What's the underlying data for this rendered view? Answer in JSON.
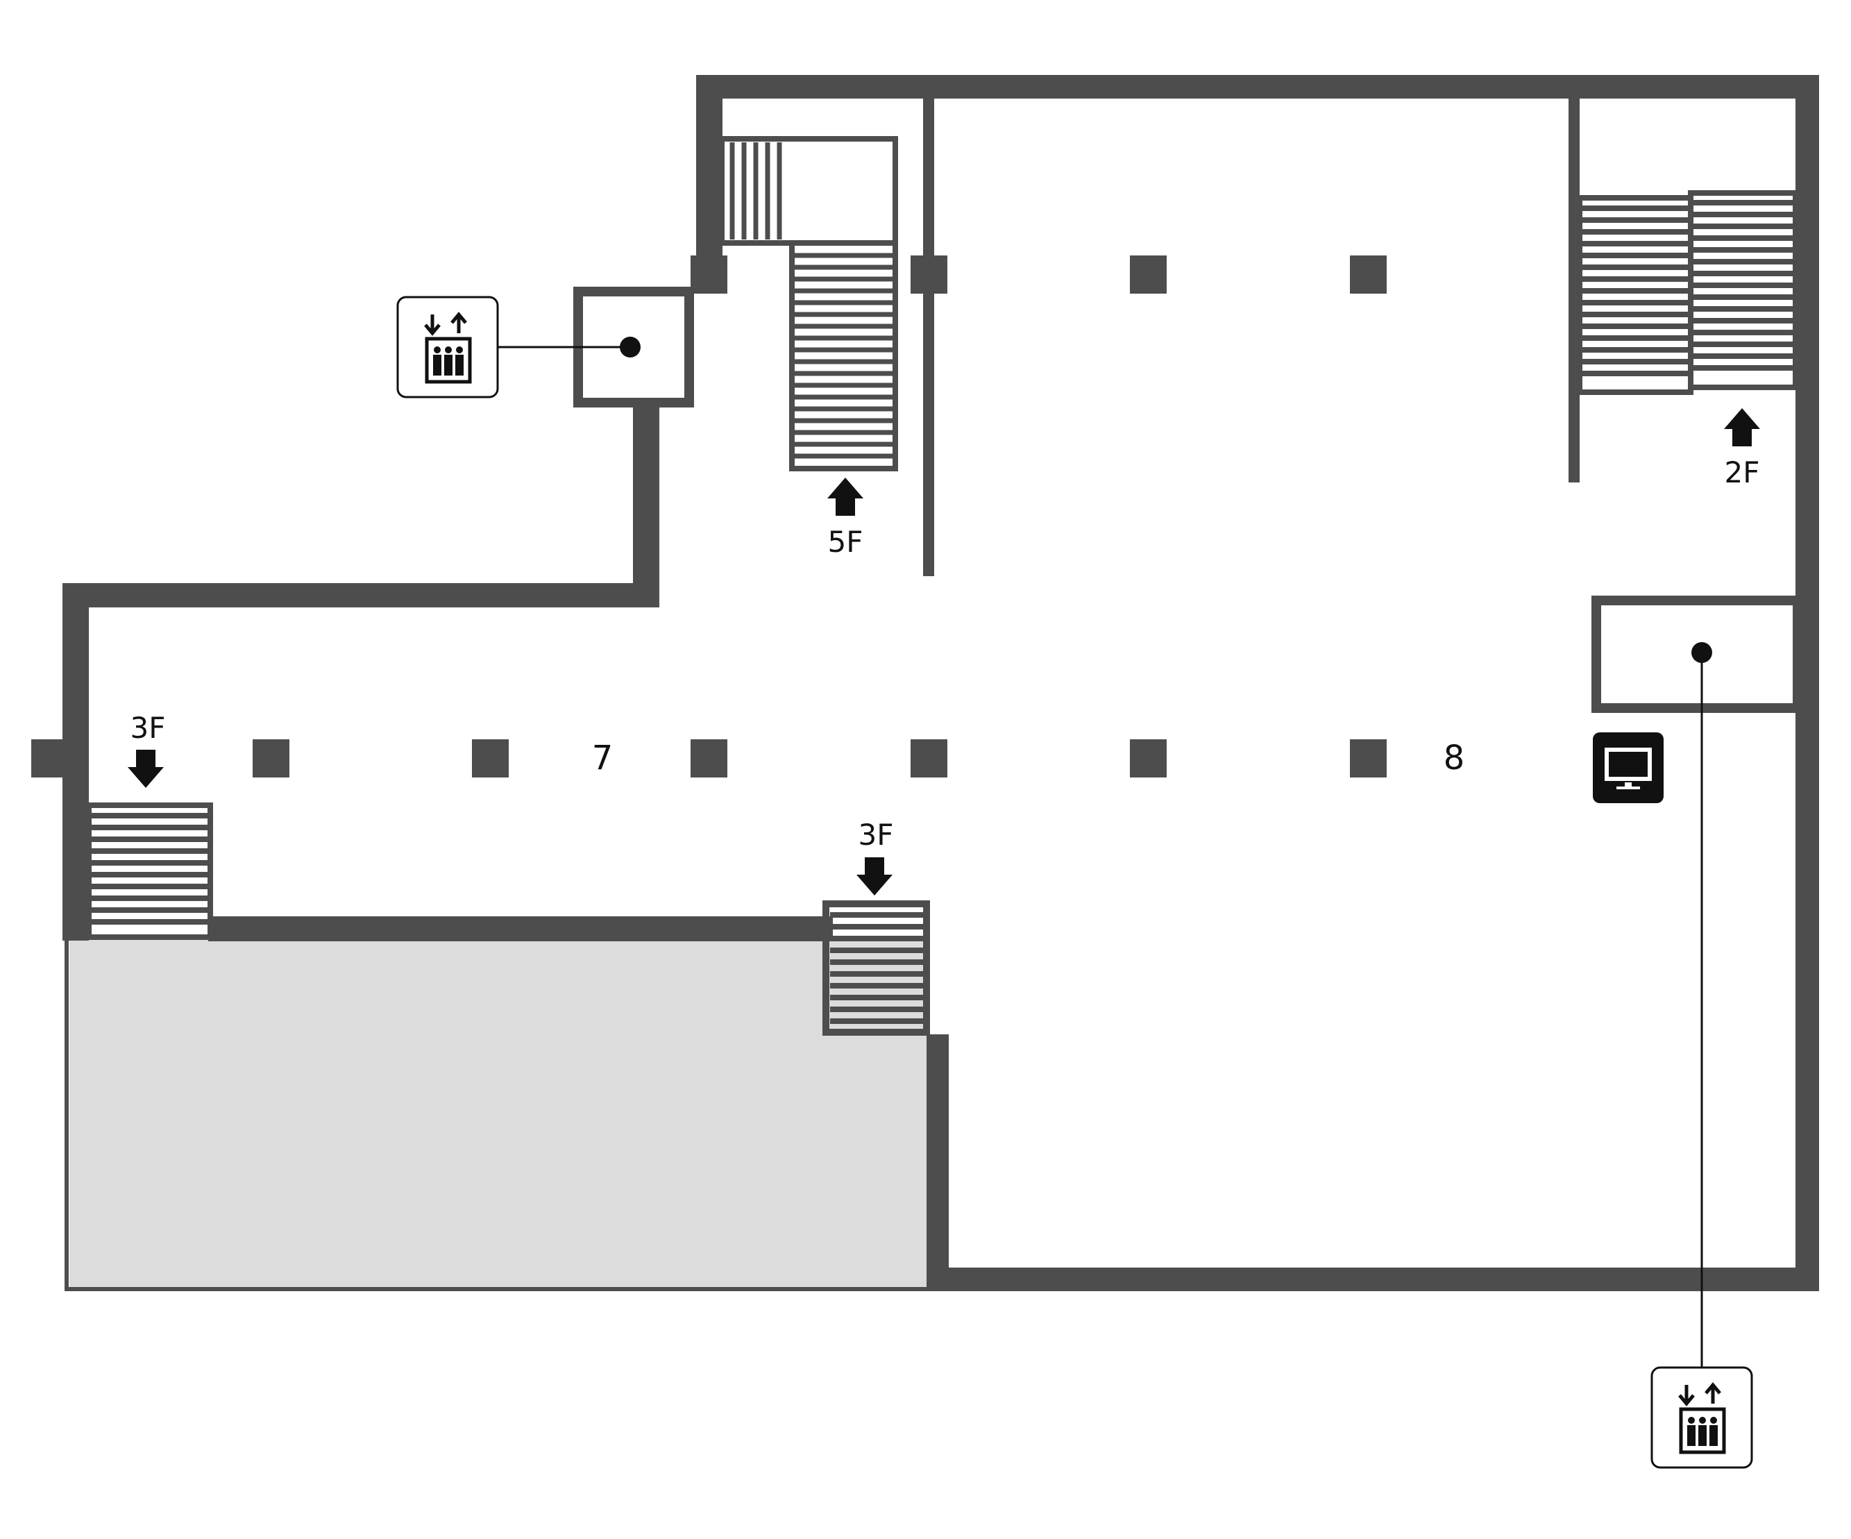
{
  "map": {
    "colors": {
      "wall": "#4d4d4d",
      "restricted_area": "#dcdcdc",
      "floor": "#ffffff",
      "icon_ink": "#111111"
    },
    "rooms": {
      "room_7": "7",
      "room_8": "8"
    },
    "stairs": {
      "upper_center": {
        "label": "5F",
        "direction": "up"
      },
      "upper_right": {
        "label": "2F",
        "direction": "up"
      },
      "left": {
        "label": "3F",
        "direction": "down"
      },
      "center": {
        "label": "3F",
        "direction": "down"
      }
    },
    "icons": {
      "elevator_top": "elevator-icon",
      "elevator_bottom": "elevator-icon",
      "monitor": "monitor-icon",
      "stairs_arrow_up": "arrow-up-icon",
      "stairs_arrow_down": "arrow-down-icon"
    }
  }
}
